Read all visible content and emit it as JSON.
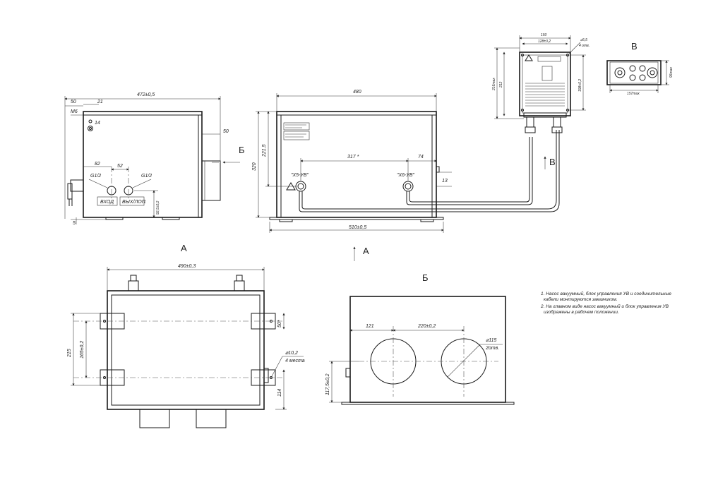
{
  "views": {
    "main_left": {
      "dim_overall": "472±0,5",
      "dim_50_top": "50",
      "dim_21": "21",
      "dim_m6": "M6",
      "dim_14": "14",
      "dim_82": "82",
      "dim_52": "52",
      "dim_g12_left": "G1/2",
      "dim_g12_right": "G1/2",
      "label_in": "ВХОД",
      "label_out": "ВЫХ/ЛОП.",
      "dim_925": "92,5±0,2",
      "dim_50_right": "50",
      "dim_5": "5"
    },
    "main_right": {
      "dim_480": "480",
      "dim_320": "320",
      "dim_2215": "221,5",
      "dim_317": "317 *",
      "dim_74": "74",
      "dim_13": "13",
      "dim_510": "510±0,5",
      "label_x5": "\"X5-УВ\"",
      "label_x6": "\"X6-УВ\""
    },
    "control_unit": {
      "dim_150": "150",
      "dim_128": "128±0,2",
      "dim_65": "⌀5,5",
      "dim_4otv": "4 отв.",
      "dim_216": "216max",
      "dim_212": "212",
      "dim_198": "198±0,2",
      "label_b_arrow": "В"
    },
    "view_b": {
      "title": "В",
      "dim_157": "157max",
      "dim_h": "95max"
    },
    "view_a": {
      "title": "А",
      "arrow_label": "А",
      "dim_490": "490±0,3",
      "dim_215": "215",
      "dim_165": "165±0,2",
      "dim_50": "50*",
      "dim_114": "114",
      "dim_hole": "⌀10,2",
      "dim_hole_note": "4 места"
    },
    "view_b_cyr": {
      "title": "Б",
      "arrow_label": "Б",
      "dim_121": "121",
      "dim_220": "220±0,2",
      "dim_115": "⌀115",
      "dim_2otv": "2отв.",
      "dim_1175": "117,5±0,2"
    },
    "notes": [
      "1. Насос вакуумный, блок управления УВ и соединительные",
      "кабели монтируются заказчиком.",
      "2. На главном виде насос вакуумный и блок управления УВ",
      "изображены в рабочем положении."
    ]
  }
}
